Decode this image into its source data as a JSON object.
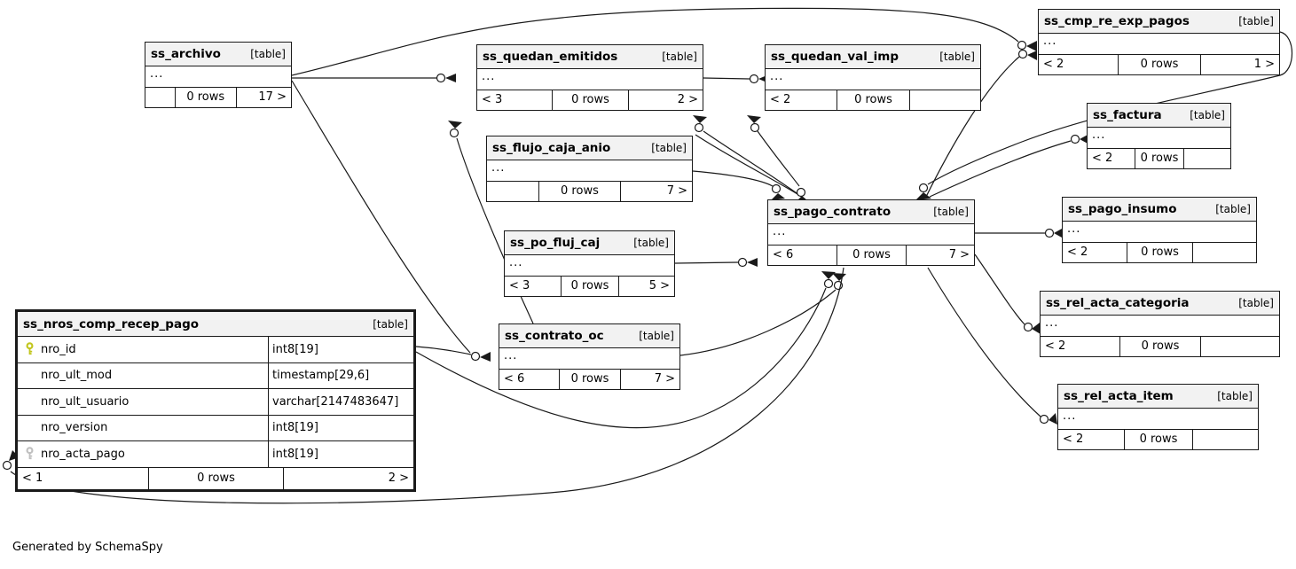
{
  "diagram": {
    "generated_by": "Generated by SchemaSpy",
    "collapsed_indicator": "...",
    "colors": {
      "header_bg": "#f2f2f2",
      "border": "#1a1a1a",
      "edge": "#1a1a1a",
      "primary_key_icon": "#c2c61e",
      "foreign_key_icon": "#c0c0c0"
    }
  },
  "tables": [
    {
      "name": "ss_archivo",
      "tag": "[table]",
      "footer": {
        "left": "",
        "center": "0 rows",
        "right": "17 >"
      }
    },
    {
      "name": "ss_quedan_emitidos",
      "tag": "[table]",
      "footer": {
        "left": "< 3",
        "center": "0 rows",
        "right": "2 >"
      }
    },
    {
      "name": "ss_quedan_val_imp",
      "tag": "[table]",
      "footer": {
        "left": "< 2",
        "center": "0 rows",
        "right": ""
      }
    },
    {
      "name": "ss_cmp_re_exp_pagos",
      "tag": "[table]",
      "footer": {
        "left": "< 2",
        "center": "0 rows",
        "right": "1 >"
      }
    },
    {
      "name": "ss_factura",
      "tag": "[table]",
      "footer": {
        "left": "< 2",
        "center": "0 rows",
        "right": ""
      }
    },
    {
      "name": "ss_flujo_caja_anio",
      "tag": "[table]",
      "footer": {
        "left": "",
        "center": "0 rows",
        "right": "7 >"
      }
    },
    {
      "name": "ss_pago_contrato",
      "tag": "[table]",
      "footer": {
        "left": "< 6",
        "center": "0 rows",
        "right": "7 >"
      }
    },
    {
      "name": "ss_pago_insumo",
      "tag": "[table]",
      "footer": {
        "left": "< 2",
        "center": "0 rows",
        "right": ""
      }
    },
    {
      "name": "ss_po_fluj_caj",
      "tag": "[table]",
      "footer": {
        "left": "< 3",
        "center": "0 rows",
        "right": "5 >"
      }
    },
    {
      "name": "ss_rel_acta_categoria",
      "tag": "[table]",
      "footer": {
        "left": "< 2",
        "center": "0 rows",
        "right": ""
      }
    },
    {
      "name": "ss_contrato_oc",
      "tag": "[table]",
      "footer": {
        "left": "< 6",
        "center": "0 rows",
        "right": "7 >"
      }
    },
    {
      "name": "ss_rel_acta_item",
      "tag": "[table]",
      "footer": {
        "left": "< 2",
        "center": "0 rows",
        "right": ""
      }
    },
    {
      "name": "ss_nros_comp_recep_pago",
      "tag": "[table]",
      "columns": [
        {
          "key": "primary",
          "name": "nro_id",
          "type": "int8[19]"
        },
        {
          "key": "",
          "name": "nro_ult_mod",
          "type": "timestamp[29,6]"
        },
        {
          "key": "",
          "name": "nro_ult_usuario",
          "type": "varchar[2147483647]"
        },
        {
          "key": "",
          "name": "nro_version",
          "type": "int8[19]"
        },
        {
          "key": "foreign",
          "name": "nro_acta_pago",
          "type": "int8[19]"
        }
      ],
      "footer": {
        "left": "< 1",
        "center": "0 rows",
        "right": "2 >"
      }
    }
  ]
}
